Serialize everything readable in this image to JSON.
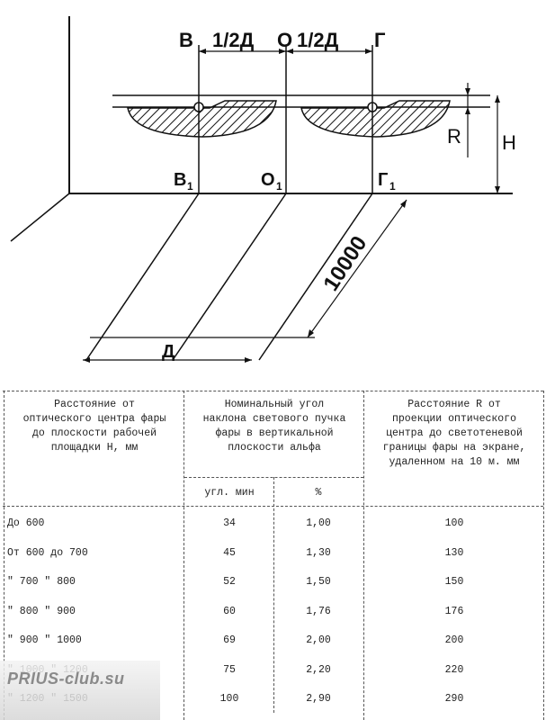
{
  "diagram": {
    "labels": {
      "b": "В",
      "o": "О",
      "g": "Г",
      "half_left": "1/2Д",
      "half_right": "1/2Д",
      "b1_base": "В",
      "b1_sub": "1",
      "o1_base": "О",
      "o1_sub": "1",
      "g1_base": "Г",
      "g1_sub": "1",
      "r": "R",
      "h": "H",
      "distance": "10000",
      "d": "Д"
    }
  },
  "table": {
    "headers": {
      "col1": "Расстояние от\nоптического центра фары\nдо плоскости рабочей\nплощадки Н, мм",
      "col2": "Номинальный угол\nнаклона светового пучка\nфары в вертикальной\nплоскости альфа",
      "col2_sub1": "угл. мин",
      "col2_sub2": "%",
      "col3": "Расстояние R от\nпроекции оптического\nцентра до светотеневой\nграницы фары на экране,\nудаленном на 10 м. мм"
    },
    "rows": [
      {
        "range": "До 600",
        "minutes": "34",
        "percent": "1,00",
        "r": "100"
      },
      {
        "range": "От 600 до 700",
        "minutes": "45",
        "percent": "1,30",
        "r": "130"
      },
      {
        "range": "\" 700 \" 800",
        "minutes": "52",
        "percent": "1,50",
        "r": "150"
      },
      {
        "range": "\" 800 \" 900",
        "minutes": "60",
        "percent": "1,76",
        "r": "176"
      },
      {
        "range": "\" 900 \" 1000",
        "minutes": "69",
        "percent": "2,00",
        "r": "200"
      },
      {
        "range": "\" 1000 \" 1200",
        "minutes": "75",
        "percent": "2,20",
        "r": "220"
      },
      {
        "range": "\" 1200 \" 1500",
        "minutes": "100",
        "percent": "2,90",
        "r": "290"
      }
    ]
  },
  "watermark": {
    "text": "PRIUS-club.su"
  }
}
